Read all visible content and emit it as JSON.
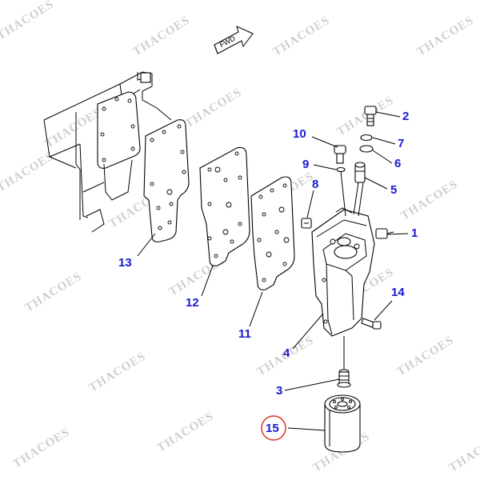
{
  "diagram": {
    "fwd_label": "FWD",
    "watermark": "THACOES",
    "callouts": [
      {
        "id": "1",
        "label": "1"
      },
      {
        "id": "2",
        "label": "2"
      },
      {
        "id": "3",
        "label": "3"
      },
      {
        "id": "4",
        "label": "4"
      },
      {
        "id": "5",
        "label": "5"
      },
      {
        "id": "6",
        "label": "6"
      },
      {
        "id": "7",
        "label": "7"
      },
      {
        "id": "8",
        "label": "8"
      },
      {
        "id": "9",
        "label": "9"
      },
      {
        "id": "10",
        "label": "10"
      },
      {
        "id": "11",
        "label": "11"
      },
      {
        "id": "12",
        "label": "12"
      },
      {
        "id": "13",
        "label": "13"
      },
      {
        "id": "14",
        "label": "14"
      },
      {
        "id": "15",
        "label": "15"
      }
    ],
    "highlight_color": "#e0301e",
    "callout_color": "#1a1ad0"
  }
}
